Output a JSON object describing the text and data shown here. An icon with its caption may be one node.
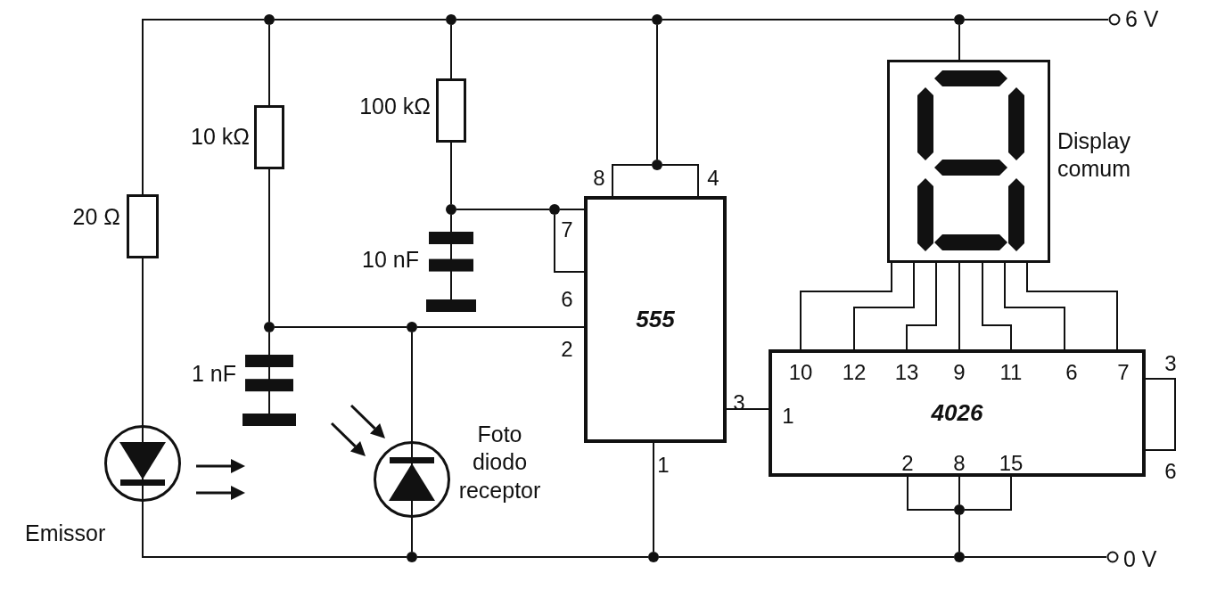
{
  "diagram": {
    "nodes": [
      {
        "text": [
          "555"
        ]
      },
      {
        "text": [
          "4026"
        ]
      },
      {
        "text": [],
        "shape": "box",
        "beside": [
          "Display comum"
        ]
      },
      {
        "text": [],
        "shape": "box",
        "beside": [
          "20 Ω"
        ]
      },
      {
        "text": [],
        "shape": "box",
        "beside": [
          "10 kΩ"
        ]
      },
      {
        "text": [],
        "shape": "box",
        "beside": [
          "100 kΩ"
        ]
      },
      {
        "text": [],
        "shape": "capacitor",
        "beside": [
          "10 nF"
        ]
      },
      {
        "text": [],
        "shape": "capacitor",
        "beside": [
          "1 nF"
        ]
      },
      {
        "text": [],
        "shape": "circle",
        "beside": [
          "Emissor"
        ]
      },
      {
        "text": [],
        "shape": "circle",
        "beside": [
          "Foto diodo receptor"
        ]
      },
      {
        "text": [],
        "shape": "circle",
        "beside": [
          "6 V"
        ]
      },
      {
        "text": [],
        "shape": "circle",
        "beside": [
          "0 V"
        ]
      },
      {
        "text": [],
        "shape": "dot"
      },
      {
        "text": [],
        "shape": "dot"
      },
      {
        "text": [],
        "shape": "dot"
      },
      {
        "text": [],
        "shape": "dot"
      },
      {
        "text": [],
        "shape": "dot"
      },
      {
        "text": [],
        "shape": "dot"
      },
      {
        "text": [],
        "shape": "dot"
      },
      {
        "text": [],
        "shape": "dot"
      },
      {
        "text": [],
        "shape": "dot"
      },
      {
        "text": [],
        "shape": "dot"
      },
      {
        "text": [],
        "shape": "dot"
      },
      {
        "text": [],
        "shape": "dot"
      },
      {
        "text": [],
        "shape": "dot"
      }
    ],
    "edges": [
      {
        "from": 3,
        "to": 12,
        "arrow": "none"
      },
      {
        "from": 12,
        "to": 13,
        "arrow": "none"
      },
      {
        "from": 13,
        "to": 14,
        "arrow": "none"
      },
      {
        "from": 14,
        "to": 15,
        "arrow": "none"
      },
      {
        "from": 15,
        "to": 10,
        "arrow": "none"
      },
      {
        "from": 12,
        "to": 4,
        "arrow": "none"
      },
      {
        "from": 13,
        "to": 5,
        "arrow": "none"
      },
      {
        "from": 14,
        "to": 16,
        "arrow": "none"
      },
      {
        "from": 15,
        "to": 2,
        "arrow": "none"
      },
      {
        "from": 16,
        "to": 0,
        "arrow": "none"
      },
      {
        "from": 16,
        "to": 0,
        "arrow": "none"
      },
      {
        "from": 5,
        "to": 17,
        "arrow": "none"
      },
      {
        "from": 17,
        "to": 6,
        "arrow": "none"
      },
      {
        "from": 17,
        "to": 18,
        "arrow": "none"
      },
      {
        "from": 18,
        "to": 0,
        "arrow": "none"
      },
      {
        "from": 18,
        "to": 0,
        "arrow": "none"
      },
      {
        "from": 4,
        "to": 19,
        "arrow": "none"
      },
      {
        "from": 19,
        "to": 7,
        "arrow": "none"
      },
      {
        "from": 19,
        "to": 20,
        "arrow": "none"
      },
      {
        "from": 20,
        "to": 0,
        "arrow": "none"
      },
      {
        "from": 20,
        "to": 9,
        "arrow": "none"
      },
      {
        "from": 9,
        "to": 21,
        "arrow": "none"
      },
      {
        "from": 3,
        "to": 8,
        "arrow": "none"
      },
      {
        "from": 8,
        "to": 21,
        "arrow": "none"
      },
      {
        "from": 21,
        "to": 22,
        "arrow": "none"
      },
      {
        "from": 22,
        "to": 23,
        "arrow": "none"
      },
      {
        "from": 23,
        "to": 11,
        "arrow": "none"
      },
      {
        "from": 0,
        "to": 22,
        "arrow": "none"
      },
      {
        "from": 0,
        "to": 1,
        "arrow": "none"
      },
      {
        "from": 2,
        "to": 1,
        "arrow": "none"
      },
      {
        "from": 2,
        "to": 1,
        "arrow": "none"
      },
      {
        "from": 2,
        "to": 1,
        "arrow": "none"
      },
      {
        "from": 2,
        "to": 1,
        "arrow": "none"
      },
      {
        "from": 2,
        "to": 1,
        "arrow": "none"
      },
      {
        "from": 2,
        "to": 1,
        "arrow": "none"
      },
      {
        "from": 2,
        "to": 1,
        "arrow": "none"
      },
      {
        "from": 1,
        "to": 24,
        "arrow": "none"
      },
      {
        "from": 1,
        "to": 24,
        "arrow": "none"
      },
      {
        "from": 1,
        "to": 24,
        "arrow": "none"
      },
      {
        "from": 24,
        "to": 23,
        "arrow": "none"
      },
      {
        "from": 1,
        "to": 1,
        "arrow": "none"
      }
    ],
    "labels": [
      "8",
      "4",
      "7",
      "6",
      "2",
      "10",
      "12",
      "13",
      "9",
      "11",
      "6",
      "7",
      "3",
      "3",
      "1",
      "1",
      "2",
      "8",
      "15",
      "6"
    ]
  }
}
